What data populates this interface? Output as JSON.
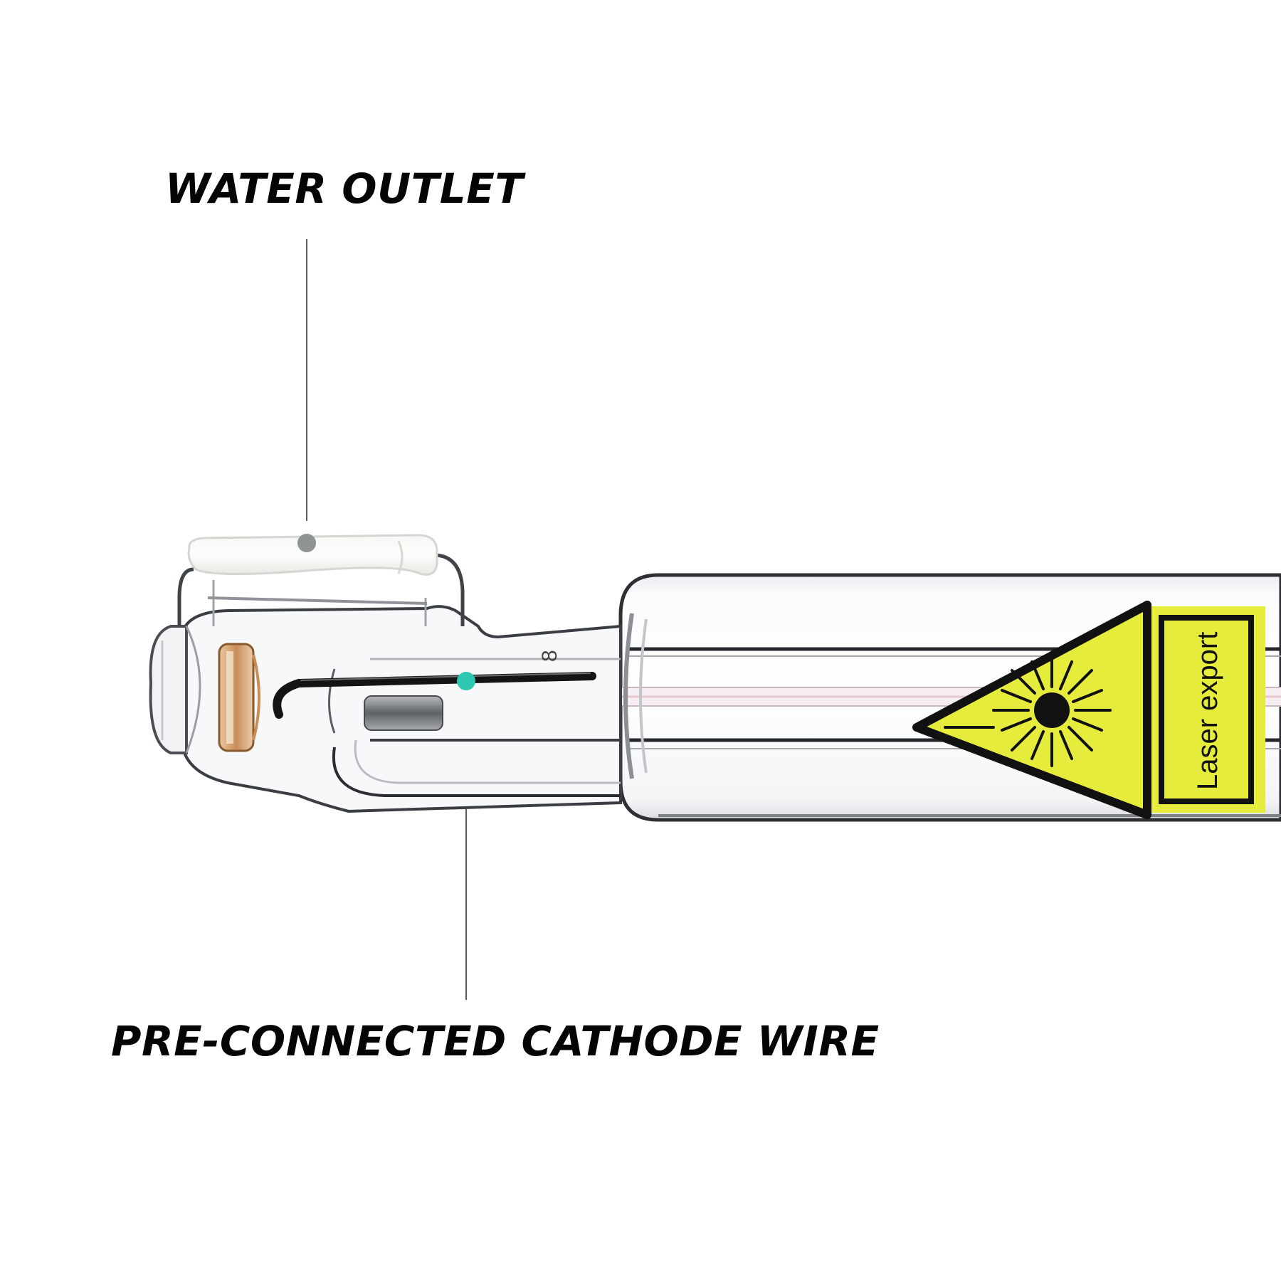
{
  "callouts": {
    "water_outlet": "WATER OUTLET",
    "cathode_wire": "PRE-CONNECTED CATHODE WIRE"
  },
  "warning_label": {
    "text": "Laser export",
    "icon": "laser-starburst-icon",
    "fill_color": "#e6ec3c",
    "border_color": "#111111"
  },
  "tube_mark": "8",
  "colors": {
    "callout_dot": "#8f9394",
    "cathode_dot": "#2fc7b0",
    "text": "#050505",
    "background": "#ffffff"
  }
}
